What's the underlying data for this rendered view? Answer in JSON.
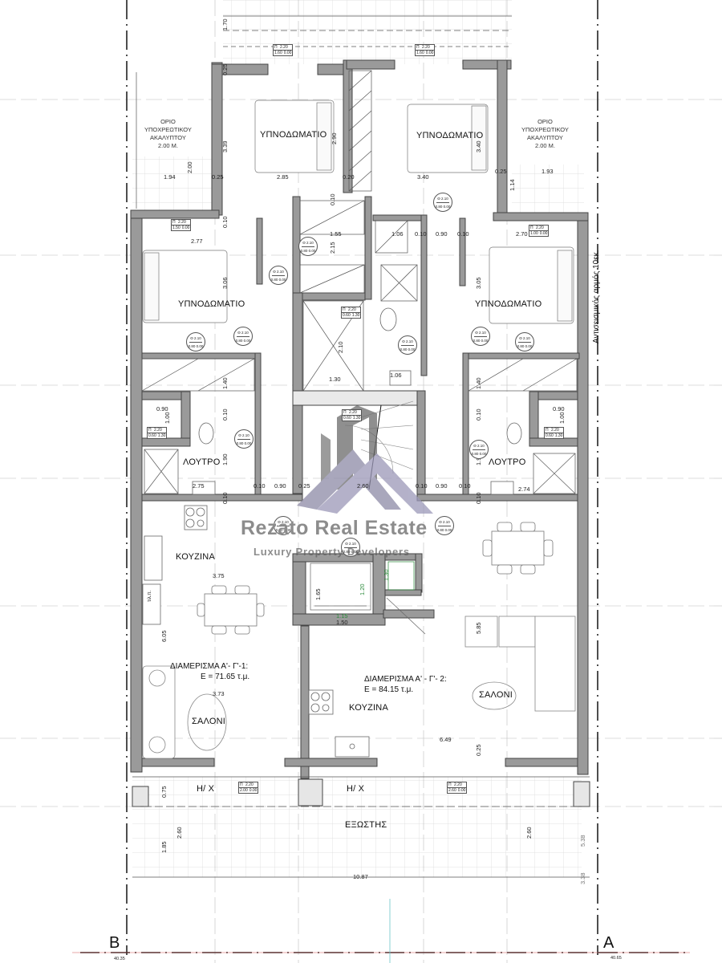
{
  "rooms": {
    "bedroom_top_left": "ΥΠΝΟΔΩΜΑΤΙΟ",
    "bedroom_top_right": "ΥΠΝΟΔΩΜΑΤΙΟ",
    "bedroom_mid_left": "ΥΠΝΟΔΩΜΑΤΙΟ",
    "bedroom_mid_right": "ΥΠΝΟΔΩΜΑΤΙΟ",
    "bath_left": "ΛΟΥΤΡΟ",
    "bath_right": "ΛΟΥΤΡΟ",
    "kitchen_left": "ΚΟΥΖΙΝΑ",
    "kitchen_right": "ΚΟΥΖΙΝΑ",
    "living_left": "ΣΑΛΟΝΙ",
    "living_right": "ΣΑΛΟΝΙ",
    "ac_left": "Η/ Χ",
    "ac_right": "Η/ Χ",
    "balcony": "ΕΞΩΣΤΗΣ"
  },
  "apartments": [
    {
      "title": "ΔΙΑΜΕΡΙΣΜΑ Α'- Γ'-1:",
      "area": "Ε = 71.65 τ.μ."
    },
    {
      "title": "ΔΙΑΜΕΡΙΣΜΑ Α' - Γ'- 2:",
      "area": "Ε = 84.15 τ.μ."
    }
  ],
  "notes": {
    "setback_left": [
      "ΟΡΙΟ",
      "ΥΠΟΧΡΕΩΤΙΚΟΥ",
      "ΑΚΑΛΥΠΤΟΥ",
      "2.00 Μ."
    ],
    "setback_right": [
      "ΟΡΙΟ",
      "ΥΠΟΧΡΕΩΤΙΚΟΥ",
      "ΑΚΑΛΥΠΤΟΥ",
      "2.00 Μ."
    ],
    "seismic_joint": "Αντισεισμικός αρμός 10εκ.",
    "fridge": "τιλ.π."
  },
  "dimensions": {
    "d170": "1.70",
    "d025a": "0.25",
    "d339": "3.39",
    "d200": "2.00",
    "d194": "1.94",
    "d025b": "0.25",
    "d285": "2.85",
    "d290": "2.90",
    "d020": "0.20",
    "d340a": "3.40",
    "d340b": "3.40",
    "d025c": "0.25",
    "d193": "1.93",
    "d114": "1.14",
    "d010a": "0.10",
    "d277": "2.77",
    "d306": "3.06",
    "d155": "1.55",
    "d215": "2.15",
    "d010b": "0.10",
    "d106a": "1.06",
    "d010c": "0.10",
    "d090a": "0.90",
    "d010d": "0.10",
    "d270": "2.70",
    "d305": "3.05",
    "d210": "2.10",
    "d130": "1.30",
    "d106b": "1.06",
    "d140a": "1.40",
    "d140b": "1.40",
    "d090b": "0.90",
    "d100a": "1.00",
    "d010e": "0.10",
    "d190a": "1.90",
    "d275": "2.75",
    "d010f": "0.10",
    "d090c": "0.90",
    "d025d": "0.25",
    "d260a": "2.60",
    "d010g": "0.10",
    "d090d": "0.90",
    "d010h": "0.10",
    "d274": "2.74",
    "d090e": "0.90",
    "d100b": "1.00",
    "d010i": "0.10",
    "d190b": "1.90",
    "d010j": "0.10",
    "d010k": "0.10",
    "d375": "3.75",
    "d605": "6.05",
    "d165": "1.65",
    "d120": "1.20",
    "d130g": "1.30",
    "d115": "1.15",
    "d150": "1.50",
    "d585": "5.85",
    "d373": "3.73",
    "d649": "6.49",
    "d025e": "0.25",
    "d075": "0.75",
    "d260b": "2.60",
    "d185": "1.85",
    "d260c": "2.60",
    "d538": "5.38",
    "d1087": "10.87",
    "d338": "3.38"
  },
  "window_tags": [
    {
      "h": "Π",
      "v1": "2.20",
      "w": "1.60",
      "s": "0.00"
    },
    {
      "h": "Π",
      "v1": "2.20",
      "w": "1.60",
      "s": "0.00"
    },
    {
      "h": "Π",
      "v1": "2.20",
      "w": "1.50",
      "s": "0.00"
    },
    {
      "h": "Π",
      "v1": "2.20",
      "w": "1.00",
      "s": "0.00"
    },
    {
      "h": "Π",
      "v1": "2.20",
      "w": "0.60",
      "s": "1.30"
    },
    {
      "h": "Π",
      "v1": "2.20",
      "w": "0.60",
      "s": "1.30"
    },
    {
      "h": "Π",
      "v1": "2.20",
      "w": "0.60",
      "s": "1.30"
    },
    {
      "h": "Π",
      "v1": "2.20",
      "w": "0.60",
      "s": "1.30"
    },
    {
      "h": "Π",
      "v1": "2.20",
      "w": "2.00",
      "s": "0.00"
    },
    {
      "h": "Π",
      "v1": "2.20",
      "w": "2.60",
      "s": "0.00"
    }
  ],
  "door_tags": [
    {
      "h": "Θ",
      "v1": "2.10",
      "w": "0.80",
      "s": "0.00"
    }
  ],
  "axes": {
    "left": "B",
    "right": "A",
    "elev_left": "40.35",
    "elev_right": "40.65"
  },
  "watermark": {
    "brand": "Rezato  Real Estate",
    "tagline": "Luxury Property Developers"
  },
  "colors": {
    "wall": "#9a9a9a",
    "wall_dark": "#444444",
    "grid": "#c8c8c8",
    "dim_green": "#2a8a3a",
    "axis_red": "#d05050"
  }
}
